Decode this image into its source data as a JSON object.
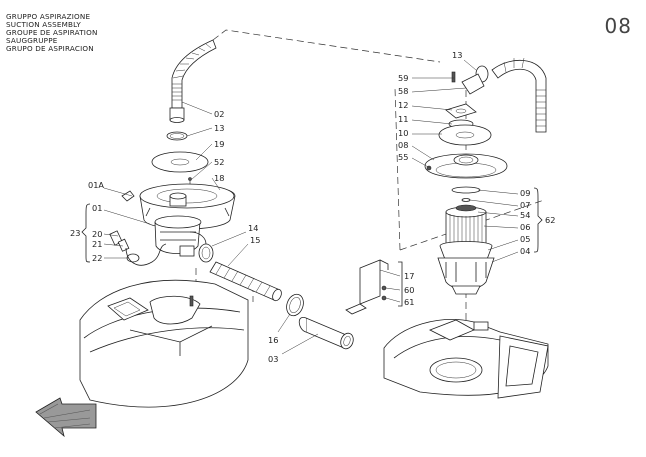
{
  "header": {
    "titles": [
      "GRUPPO ASPIRAZIONE",
      "SUCTION ASSEMBLY",
      "GROUPE DE ASPIRATION",
      "SAUGGRUPPE",
      "GRUPO DE ASPIRACION"
    ],
    "page_number": "08"
  },
  "callouts": {
    "c02": "02",
    "c13a": "13",
    "c19": "19",
    "c52": "52",
    "c18": "18",
    "c01A": "01A",
    "c01": "01",
    "c23": "23",
    "c20": "20",
    "c21": "21",
    "c22": "22",
    "c14": "14",
    "c15": "15",
    "c16": "16",
    "c03": "03",
    "c17": "17",
    "c60": "60",
    "c61": "61",
    "c13b": "13",
    "c59": "59",
    "c58": "58",
    "c12": "12",
    "c11": "11",
    "c10": "10",
    "c08": "08",
    "c55": "55",
    "c09": "09",
    "c07": "07",
    "c54": "54",
    "c06": "06",
    "c05": "05",
    "c04": "04",
    "c62": "62"
  }
}
